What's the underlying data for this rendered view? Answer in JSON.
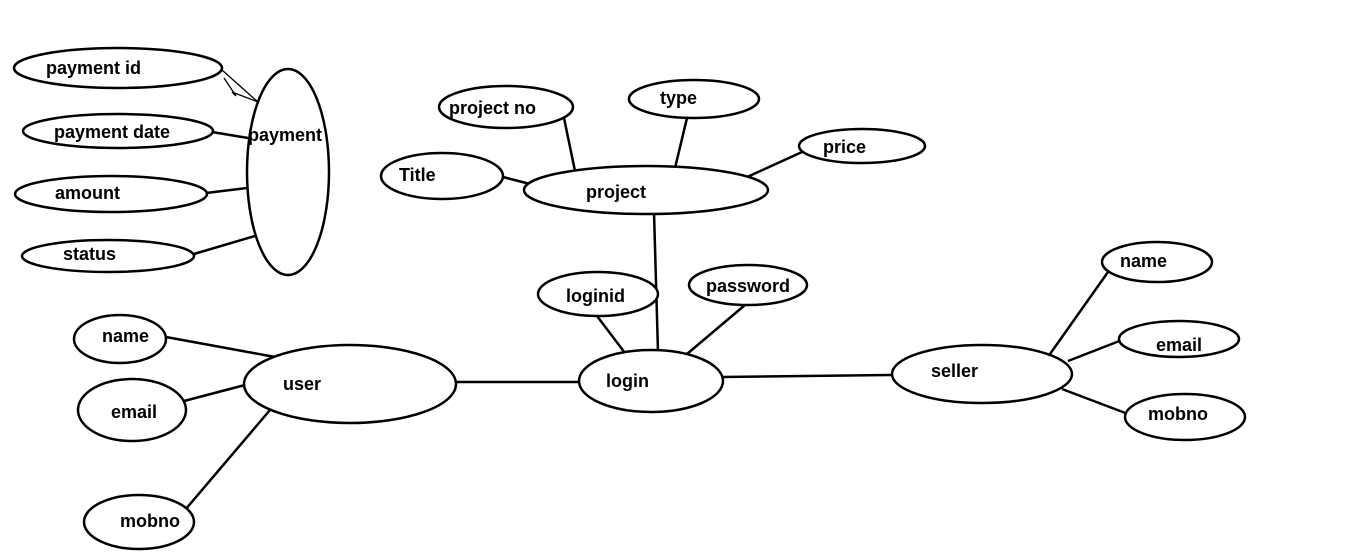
{
  "colors": {
    "background": "#ffffff",
    "stroke": "#000000",
    "text": "#000000"
  },
  "entities": {
    "payment": "payment",
    "project": "project",
    "login": "login",
    "user": "user",
    "seller": "seller"
  },
  "attributes": {
    "payment_id": "payment id",
    "payment_date": "payment date",
    "amount": "amount",
    "status": "status",
    "project_no": "project no",
    "type": "type",
    "price": "price",
    "title": "Title",
    "loginid": "loginid",
    "password": "password",
    "user_name": "name",
    "user_email": "email",
    "user_mobno": "mobno",
    "seller_name": "name",
    "seller_email": "email",
    "seller_mobno": "mobno"
  }
}
